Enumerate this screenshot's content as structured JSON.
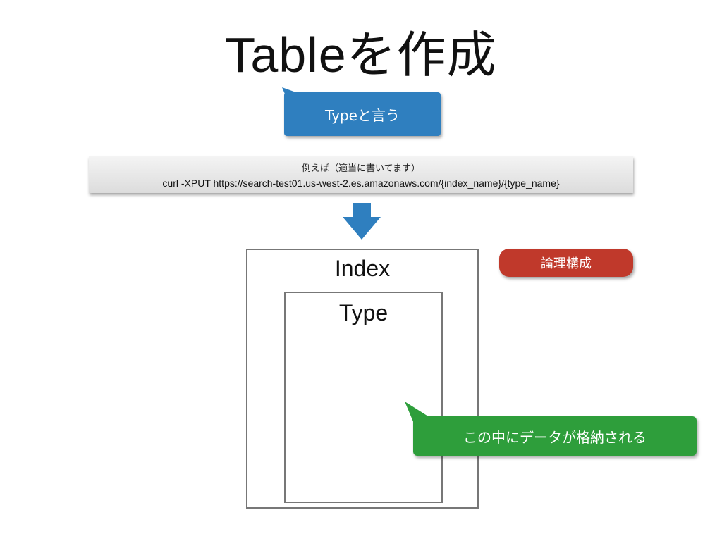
{
  "title": "Tableを作成",
  "callout_type": "Typeと言う",
  "code": {
    "caption": "例えば（適当に書いてます）",
    "command": "curl -XPUT https://search-test01.us-west-2.es.amazonaws.com/{index_name}/{type_name}"
  },
  "boxes": {
    "index_label": "Index",
    "type_label": "Type"
  },
  "badge_logical": "論理構成",
  "callout_stored": "この中にデータが格納される",
  "colors": {
    "blue": "#2f7fbf",
    "red": "#c0392b",
    "green": "#2e9e3b",
    "arrow": "#2f7fbf"
  }
}
